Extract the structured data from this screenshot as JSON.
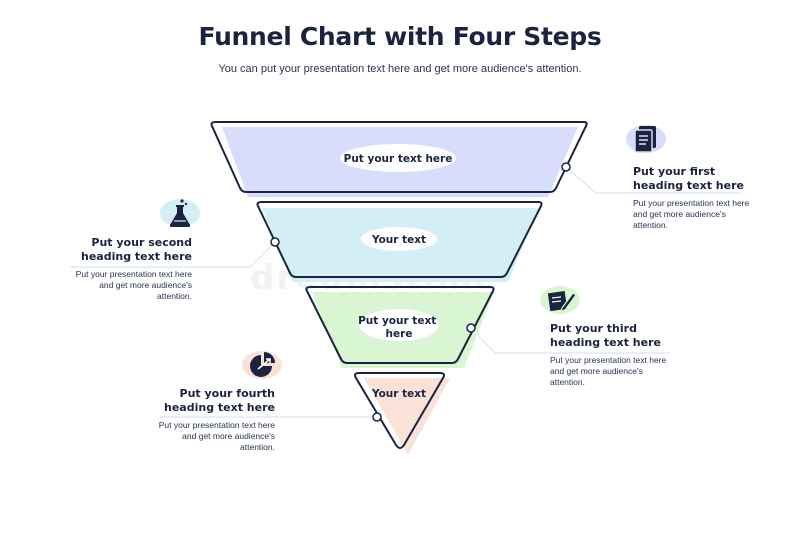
{
  "header": {
    "title": "Funnel Chart with Four Steps",
    "subtitle": "You can put your presentation text here and get more audience's attention."
  },
  "colors": {
    "outline": "#1a2340",
    "step1": "#d6defc",
    "step2": "#d4eef5",
    "step3": "#d9f6d3",
    "step4": "#fbe2d8",
    "pill": "#ffffff",
    "connector": "#d8e6ee"
  },
  "funnel": {
    "steps": [
      {
        "label": "Put your text here",
        "fill": "#d6defc",
        "icon": "document-icon"
      },
      {
        "label": "Your text",
        "fill": "#d4eef5",
        "icon": "flask-icon"
      },
      {
        "label": "Put your text here",
        "fill": "#d9f6d3",
        "icon": "pen-icon"
      },
      {
        "label": "Your text",
        "fill": "#fbe2d8",
        "icon": "pie-chart-icon"
      }
    ]
  },
  "callouts": [
    {
      "heading": "Put your first heading text here",
      "body": "Put your presentation text here and get more audience's attention."
    },
    {
      "heading": "Put your second heading text here",
      "body": "Put your presentation text here and get more audience's attention."
    },
    {
      "heading": "Put your third heading text here",
      "body": "Put your presentation text here and get more audience's attention."
    },
    {
      "heading": "Put your fourth heading text here",
      "body": "Put your presentation text here and get more audience's attention."
    }
  ],
  "watermark": "dreamstime"
}
